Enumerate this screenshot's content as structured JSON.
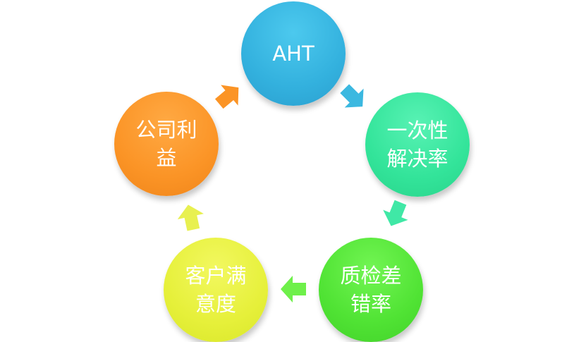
{
  "cycle": {
    "nodes": [
      {
        "id": "aht",
        "lines": [
          "AHT"
        ],
        "color": "#33b1de"
      },
      {
        "id": "fcr",
        "lines": [
          "一次性",
          "解决率"
        ],
        "color": "#33e49a"
      },
      {
        "id": "qa",
        "lines": [
          "质检差",
          "错率"
        ],
        "color": "#50e334"
      },
      {
        "id": "csat",
        "lines": [
          "客户满",
          "意度"
        ],
        "color": "#e6f03a"
      },
      {
        "id": "profit",
        "lines": [
          "公司利",
          "益"
        ],
        "color": "#fb9426"
      }
    ],
    "arrow_colors": [
      "#3bb8e0",
      "#40e8a6",
      "#6ef04a",
      "#e8f050",
      "#fb9426"
    ]
  }
}
